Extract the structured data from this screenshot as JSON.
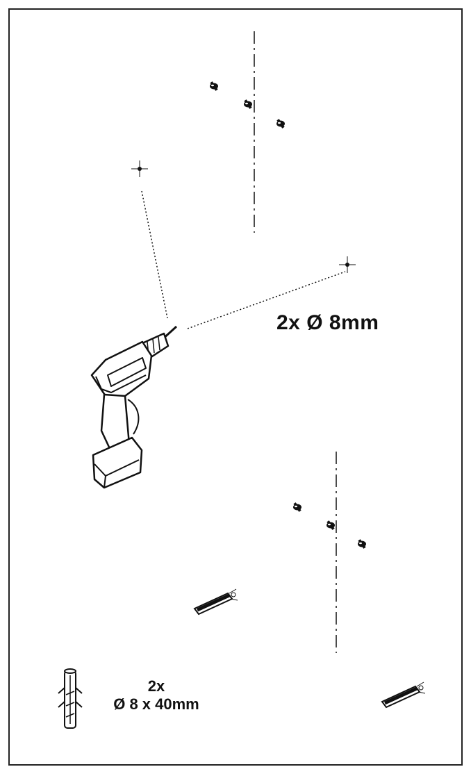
{
  "labels": {
    "drill_hole": "2x Ø 8mm",
    "plug_count": "2x",
    "plug_size": "Ø 8 x 40mm"
  },
  "icons": {
    "drill": "drill-icon",
    "screw": "screw-icon",
    "wall_plug": "wall-plug-icon",
    "mark": "crosshair-mark-icon"
  },
  "colors": {
    "line": "#111111",
    "frame": "#222222",
    "background": "#ffffff"
  }
}
